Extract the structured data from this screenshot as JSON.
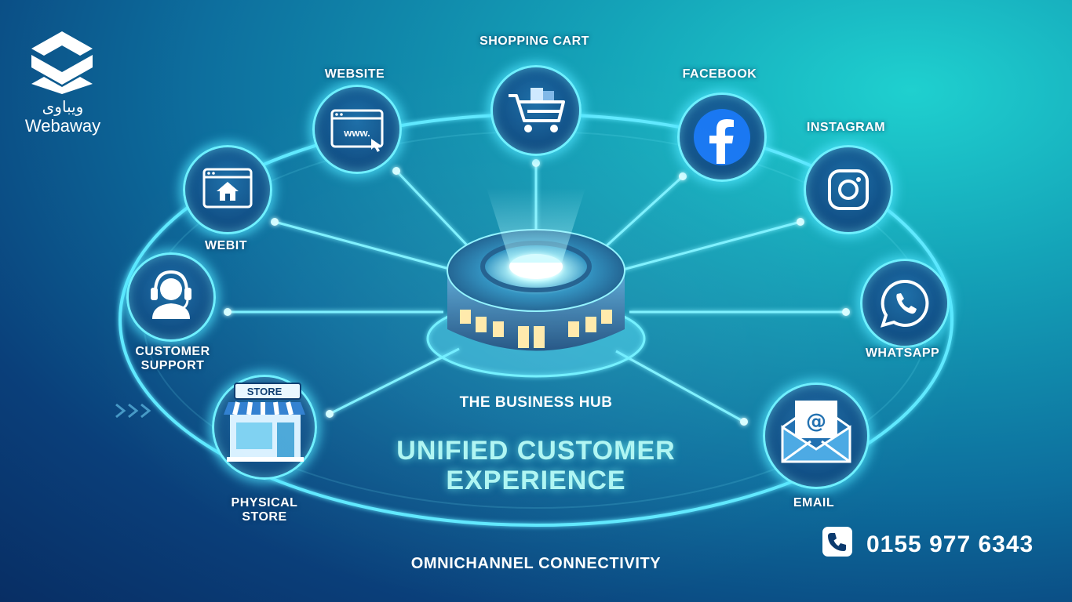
{
  "brand": {
    "name_ar": "ويباوى",
    "name_en": "Webaway"
  },
  "diagram": {
    "hub_label": "THE BUSINESS HUB",
    "headline": "UNIFIED CUSTOMER EXPERIENCE",
    "footer": "OMNICHANNEL CONNECTIVITY",
    "channels": [
      {
        "label": "SHOPPING CART",
        "icon": "shopping-cart-icon"
      },
      {
        "label": "WEBSITE",
        "icon": "browser-www-icon"
      },
      {
        "label": "FACEBOOK",
        "icon": "facebook-icon"
      },
      {
        "label": "INSTAGRAM",
        "icon": "instagram-icon"
      },
      {
        "label": "WEBIT",
        "icon": "browser-home-icon"
      },
      {
        "label": "WHATSAPP",
        "icon": "whatsapp-icon"
      },
      {
        "label": "CUSTOMER SUPPORT",
        "icon": "headset-agent-icon"
      },
      {
        "label": "PHYSICAL STORE",
        "icon": "storefront-icon"
      },
      {
        "label": "EMAIL",
        "icon": "email-envelope-icon"
      }
    ],
    "store_sign": "STORE",
    "www_text": "www."
  },
  "contact": {
    "phone": "0155 977 6343",
    "icon": "phone-icon"
  },
  "colors": {
    "glow": "#6df0ff",
    "headline": "#aef6f3",
    "facebook": "#1877f2"
  }
}
